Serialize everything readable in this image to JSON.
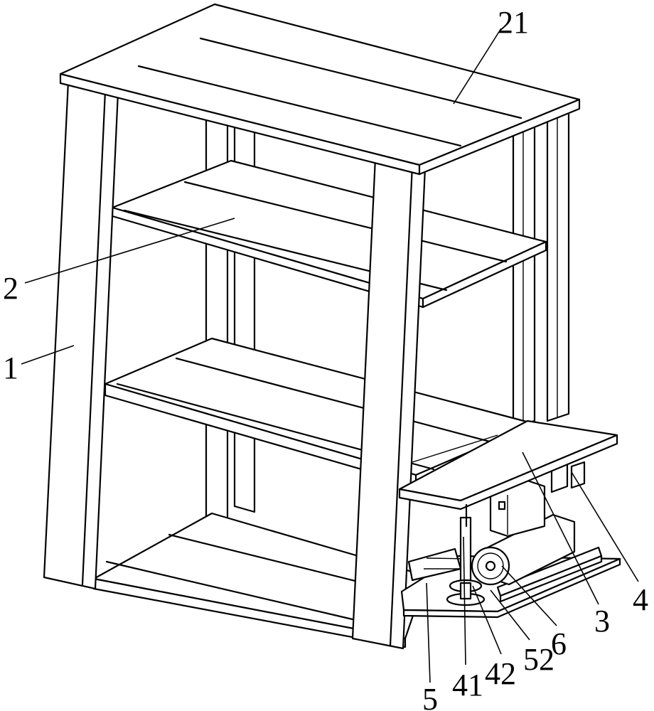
{
  "figure": {
    "callouts": {
      "label_21": "21",
      "label_2": "2",
      "label_1": "1",
      "label_4": "4",
      "label_3": "3",
      "label_6": "6",
      "label_52": "52",
      "label_42": "42",
      "label_41": "41",
      "label_5": "5"
    }
  }
}
